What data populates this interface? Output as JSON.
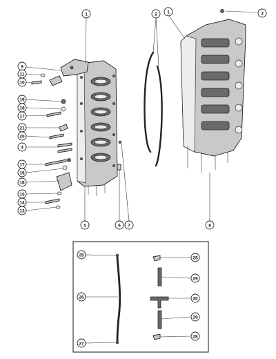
{
  "diagram": {
    "callouts": {
      "c1a": "1",
      "c1b": "1",
      "c2": "2",
      "c3": "3",
      "c9": "9",
      "c11": "11",
      "c10": "10",
      "c19": "19",
      "c18": "18",
      "c17a": "17",
      "c21": "21",
      "c20": "20",
      "c4": "4",
      "c17b": "17",
      "c16": "16",
      "c18b": "18",
      "c15": "15",
      "c14": "14",
      "c13": "13",
      "c5": "5",
      "c6": "6",
      "c7": "7",
      "c8": "8",
      "c25": "25",
      "c26": "26",
      "c27": "27",
      "c28a": "28",
      "c29a": "29",
      "c30": "30",
      "c29b": "29",
      "c28b": "28"
    }
  }
}
